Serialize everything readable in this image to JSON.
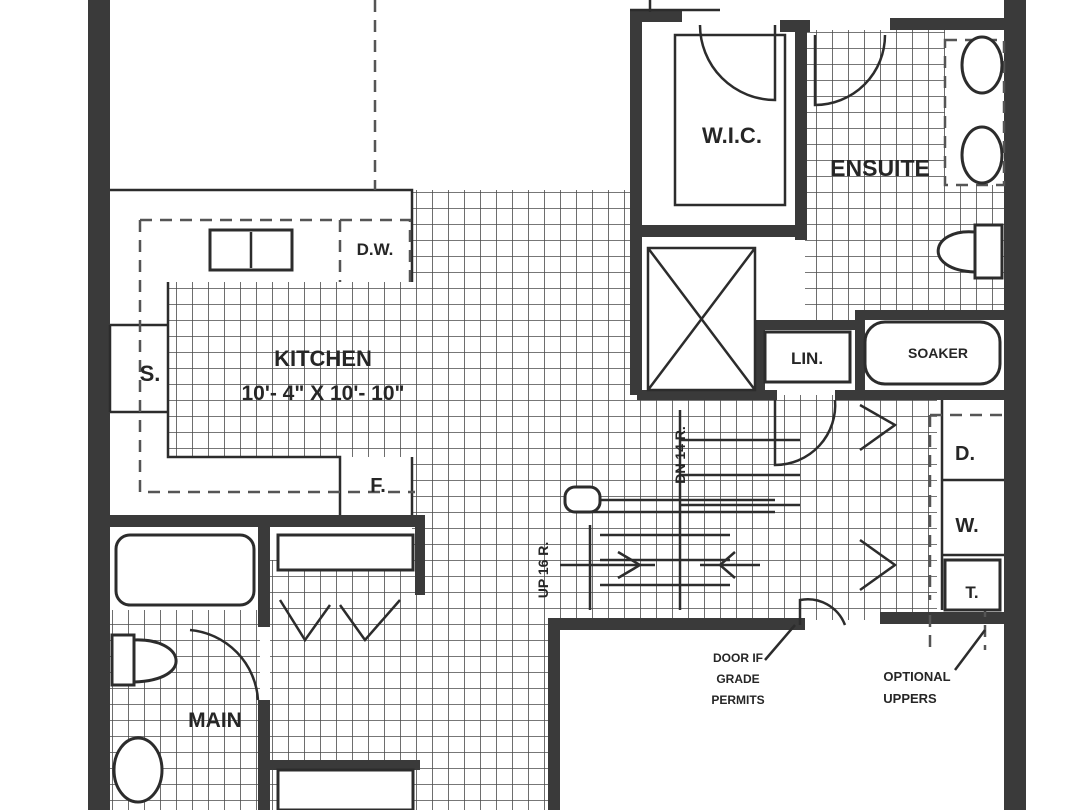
{
  "labels": {
    "wic": "W.I.C.",
    "ensuite": "ENSUITE",
    "dw": "D.W.",
    "kitchen": "KITCHEN",
    "kitchen_dims": "10'- 4\" X 10'- 10\"",
    "s": "S.",
    "f": "F.",
    "lin": "LIN.",
    "soaker": "SOAKER",
    "d": "D.",
    "w": "W.",
    "t": "T.",
    "dn": "DN 14 R.",
    "up": "UP 16 R.",
    "door_note_1": "DOOR IF",
    "door_note_2": "GRADE",
    "door_note_3": "PERMITS",
    "uppers_1": "OPTIONAL",
    "uppers_2": "UPPERS",
    "main": "MAIN"
  }
}
